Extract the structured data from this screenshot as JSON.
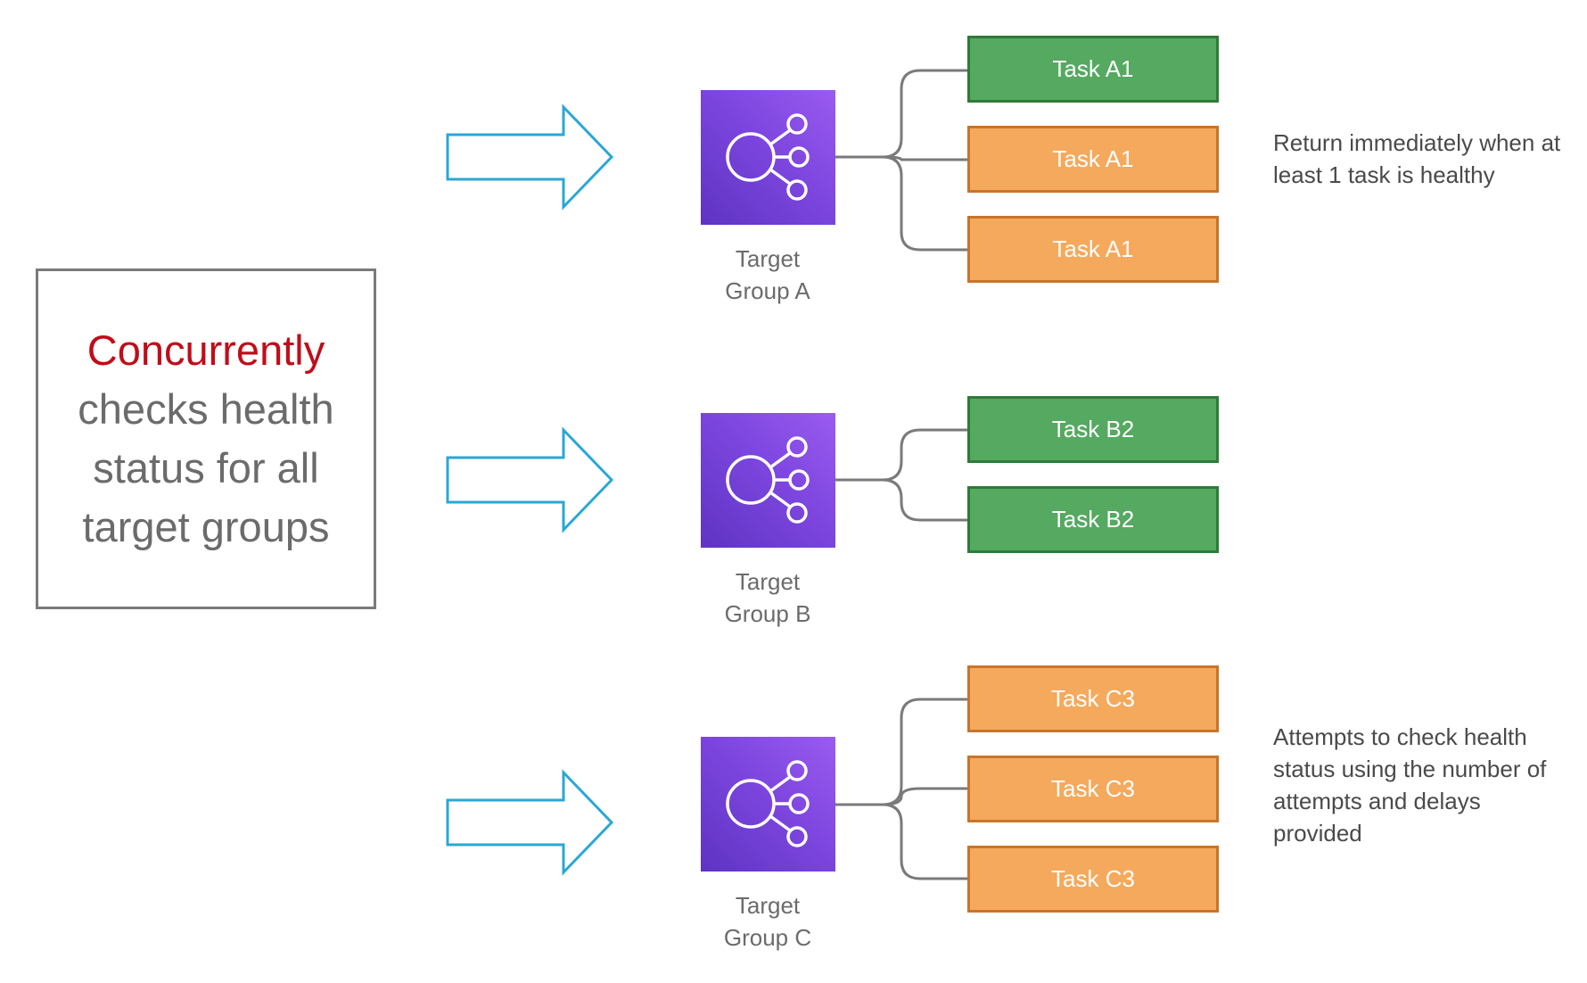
{
  "lead": {
    "highlight": "Concurrently",
    "line2": "checks health",
    "line3": "status for all",
    "line4": "target groups"
  },
  "groups": [
    {
      "label_line1": "Target",
      "label_line2": "Group A",
      "tasks": [
        {
          "label": "Task A1",
          "status": "healthy"
        },
        {
          "label": "Task A1",
          "status": "unhealthy"
        },
        {
          "label": "Task A1",
          "status": "unhealthy"
        }
      ],
      "note": "Return immediately when at least 1 task is healthy"
    },
    {
      "label_line1": "Target",
      "label_line2": "Group B",
      "tasks": [
        {
          "label": "Task B2",
          "status": "healthy"
        },
        {
          "label": "Task B2",
          "status": "healthy"
        }
      ],
      "note": ""
    },
    {
      "label_line1": "Target",
      "label_line2": "Group C",
      "tasks": [
        {
          "label": "Task C3",
          "status": "unhealthy"
        },
        {
          "label": "Task C3",
          "status": "unhealthy"
        },
        {
          "label": "Task C3",
          "status": "unhealthy"
        }
      ],
      "note": "Attempts to check health status using the number of attempts and delays provided"
    }
  ],
  "colors": {
    "accent_red": "#c00d19",
    "arrow_blue": "#2aa7d6",
    "healthy_green": "#55a960",
    "unhealthy_orange": "#f5a95c",
    "target_group_purple": "#7d46df",
    "connector_gray": "#7a7a7a"
  },
  "icons": {
    "target_group": "load-balancer-target-group-icon",
    "flow": "outline-arrow-right-icon"
  }
}
